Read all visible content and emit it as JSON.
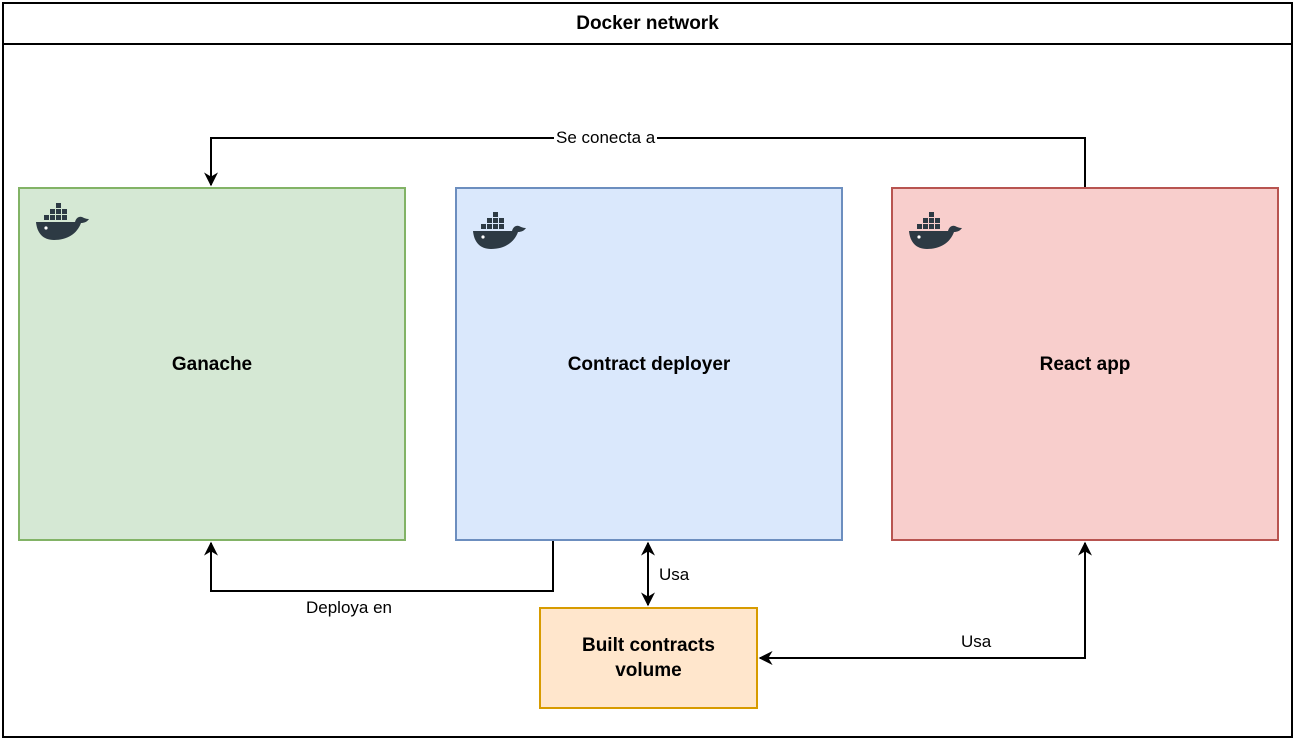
{
  "network": {
    "title": "Docker network"
  },
  "containers": [
    {
      "id": "ganache",
      "label": "Ganache",
      "fill": "#d5e8d4",
      "stroke": "#82b366",
      "icon": "docker-whale-icon"
    },
    {
      "id": "deployer",
      "label": "Contract deployer",
      "fill": "#dae8fc",
      "stroke": "#6c8ebf",
      "icon": "docker-whale-icon"
    },
    {
      "id": "react",
      "label": "React app",
      "fill": "#f8cecc",
      "stroke": "#b85450",
      "icon": "docker-whale-icon"
    }
  ],
  "volume": {
    "label_line1": "Built contracts",
    "label_line2": "volume",
    "fill": "#ffe6cc",
    "stroke": "#d79b00"
  },
  "edges": {
    "react_to_ganache": "Se conecta a",
    "deployer_to_ganache": "Deploya en",
    "deployer_volume": "Usa",
    "react_volume": "Usa"
  }
}
